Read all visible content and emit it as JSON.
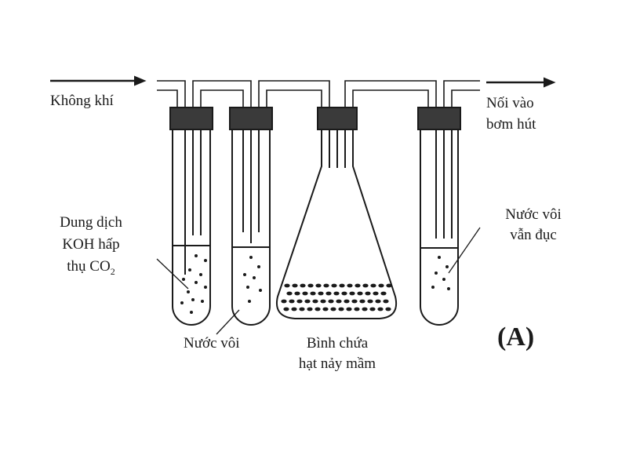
{
  "labels": {
    "air_in": "Không khí",
    "outlet_line1": "Nối vào",
    "outlet_line2": "bơm hút",
    "koh_line1": "Dung dịch",
    "koh_line2": "KOH hấp",
    "koh_line3_main": "thụ CO",
    "koh_line3_sub": "2",
    "limewater": "Nước vôi",
    "flask_line1": "Bình chứa",
    "flask_line2": "hạt nảy mầm",
    "cloudy_line1": "Nước vôi",
    "cloudy_line2": "vẫn đục",
    "panel": "(A)"
  },
  "colors": {
    "ink": "#1a1a1a",
    "stopper": "#3a3a3a",
    "background": "#ffffff"
  }
}
